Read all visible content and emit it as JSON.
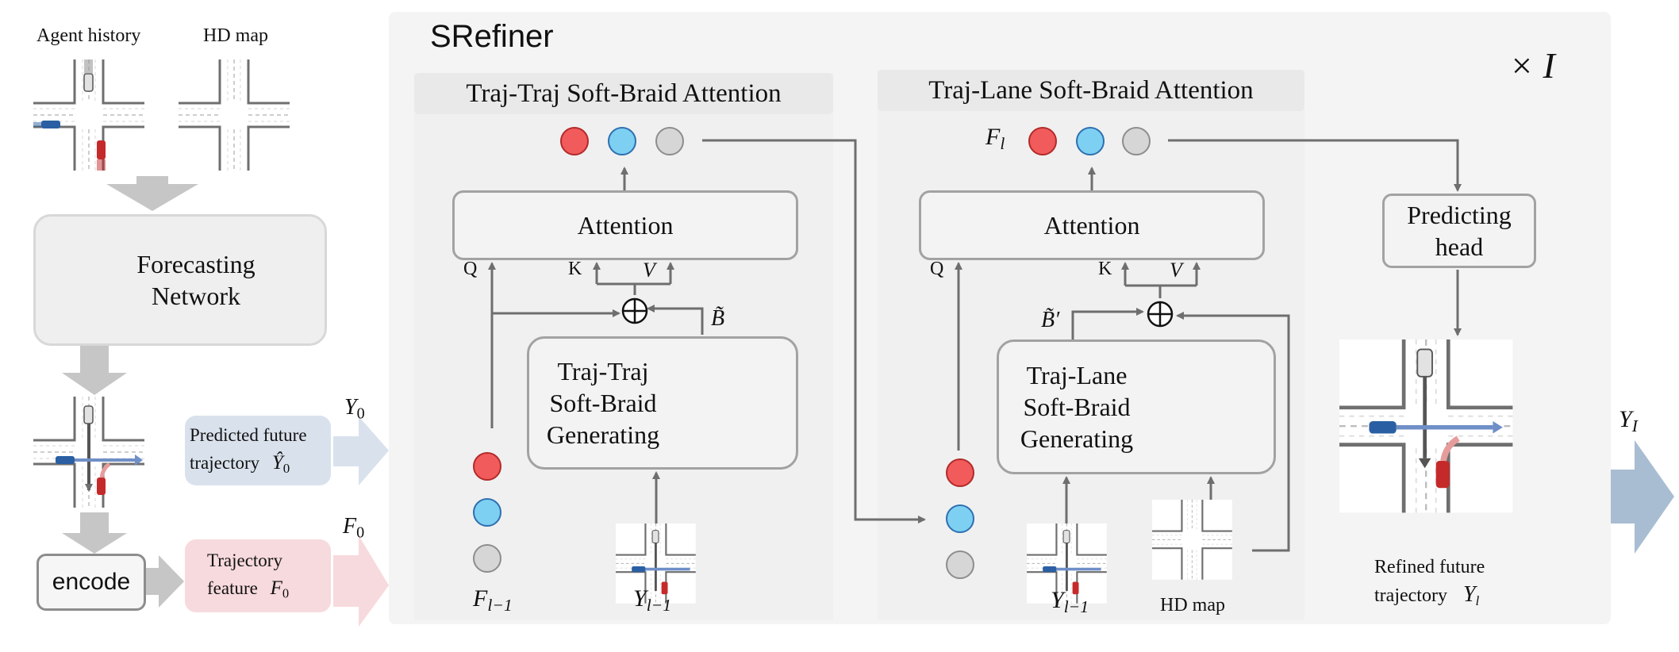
{
  "left": {
    "agent_history_label": "Agent history",
    "hd_map_label": "HD map",
    "forecasting_network_label": "Forecasting\nNetwork",
    "predicted_label_line1": "Predicted future",
    "predicted_label_line2": "trajectory",
    "predicted_symbol": "Ŷ",
    "predicted_symbol_sub": "0",
    "y0_symbol": "Y",
    "y0_sub": "0",
    "encode_label": "encode",
    "feature_label_line1": "Trajectory",
    "feature_label_line2": "feature",
    "feature_symbol": "F",
    "feature_symbol_sub": "0",
    "f0_symbol": "F",
    "f0_sub": "0"
  },
  "refiner": {
    "title": "SRefiner",
    "repeat_label": "× I",
    "tt": {
      "header": "Traj-Traj Soft-Braid Attention",
      "attention_label": "Attention",
      "q_label": "Q",
      "k_label": "K",
      "v_label": "V",
      "generating_label": "Traj-Traj\nSoft-Braid\nGenerating",
      "b_tilde": "B̃",
      "f_prev": "F",
      "f_prev_sub": "l−1",
      "y_prev": "Y",
      "y_prev_sub": "l−1"
    },
    "tl": {
      "header": "Traj-Lane Soft-Braid Attention",
      "attention_label": "Attention",
      "q_label": "Q",
      "k_label": "K",
      "v_label": "V",
      "generating_label": "Traj-Lane\nSoft-Braid\nGenerating",
      "b_tilde_prime": "B̃′",
      "f_l": "F",
      "f_l_sub": "l",
      "y_prev": "Y",
      "y_prev_sub": "l−1",
      "hd_map_label": "HD map"
    },
    "predicting_head_label": "Predicting\nhead",
    "refined_label_line1": "Refined future",
    "refined_label_line2": "trajectory",
    "refined_symbol": "Y",
    "refined_sub": "l"
  },
  "right": {
    "yi_symbol": "Y",
    "yi_sub": "I"
  },
  "colors": {
    "panel_bg": "#f4f4f4",
    "arrow_gray": "#6e6e6e",
    "big_arrow": "#c6c6c6",
    "predicted_box": "#d9e2ec",
    "feature_box": "#f7dadd",
    "output_arrow": "#a9bdd2",
    "road": "#6f6f6f",
    "car_red": "#c52a2a",
    "car_blue": "#2a5fa3",
    "traj_blue": "#6f8fc7"
  }
}
